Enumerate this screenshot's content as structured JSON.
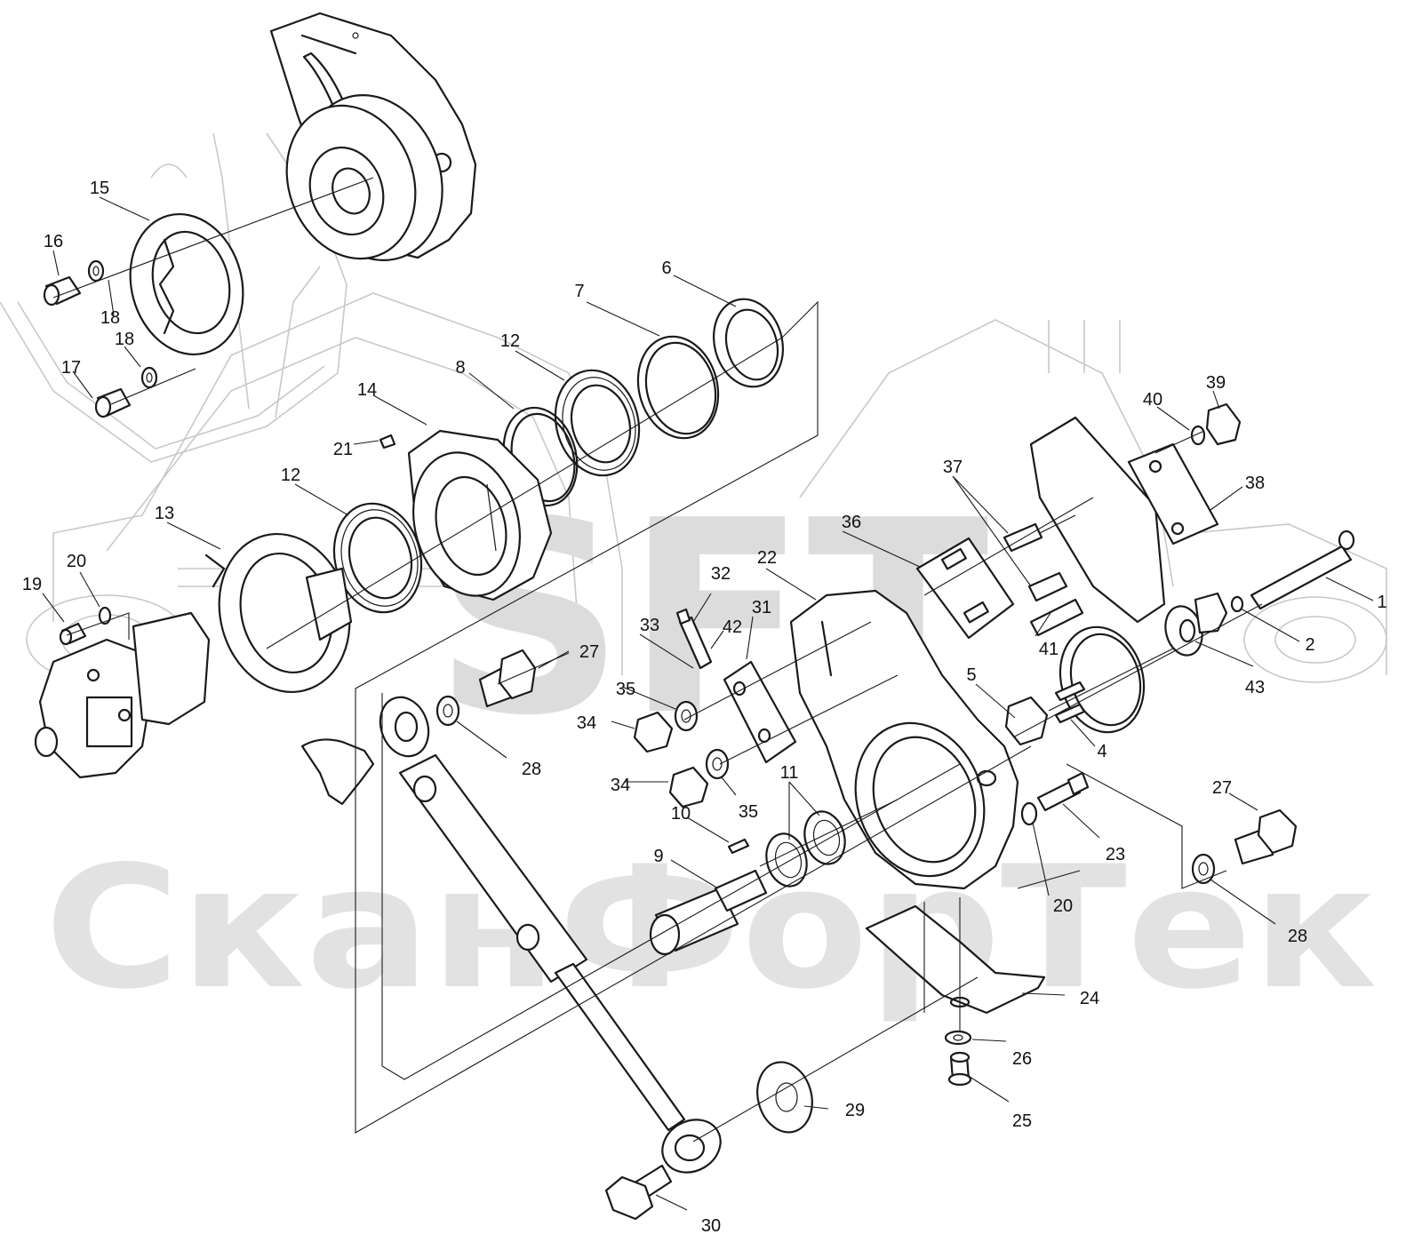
{
  "watermark": {
    "logo_text": "SFT",
    "brand_text": "СканФорТек"
  },
  "callouts": [
    {
      "id": "c1",
      "text": "1"
    },
    {
      "id": "c2",
      "text": "2"
    },
    {
      "id": "c4",
      "text": "4"
    },
    {
      "id": "c5",
      "text": "5"
    },
    {
      "id": "c6",
      "text": "6"
    },
    {
      "id": "c7",
      "text": "7"
    },
    {
      "id": "c8",
      "text": "8"
    },
    {
      "id": "c9",
      "text": "9"
    },
    {
      "id": "c10",
      "text": "10"
    },
    {
      "id": "c11",
      "text": "11"
    },
    {
      "id": "c12a",
      "text": "12"
    },
    {
      "id": "c12b",
      "text": "12"
    },
    {
      "id": "c13",
      "text": "13"
    },
    {
      "id": "c14",
      "text": "14"
    },
    {
      "id": "c15",
      "text": "15"
    },
    {
      "id": "c16",
      "text": "16"
    },
    {
      "id": "c17",
      "text": "17"
    },
    {
      "id": "c18a",
      "text": "18"
    },
    {
      "id": "c18b",
      "text": "18"
    },
    {
      "id": "c19",
      "text": "19"
    },
    {
      "id": "c20a",
      "text": "20"
    },
    {
      "id": "c20b",
      "text": "20"
    },
    {
      "id": "c21",
      "text": "21"
    },
    {
      "id": "c22",
      "text": "22"
    },
    {
      "id": "c23",
      "text": "23"
    },
    {
      "id": "c24",
      "text": "24"
    },
    {
      "id": "c25",
      "text": "25"
    },
    {
      "id": "c26",
      "text": "26"
    },
    {
      "id": "c27a",
      "text": "27"
    },
    {
      "id": "c27b",
      "text": "27"
    },
    {
      "id": "c28a",
      "text": "28"
    },
    {
      "id": "c28b",
      "text": "28"
    },
    {
      "id": "c29",
      "text": "29"
    },
    {
      "id": "c30",
      "text": "30"
    },
    {
      "id": "c31",
      "text": "31"
    },
    {
      "id": "c32",
      "text": "32"
    },
    {
      "id": "c33",
      "text": "33"
    },
    {
      "id": "c34a",
      "text": "34"
    },
    {
      "id": "c34b",
      "text": "34"
    },
    {
      "id": "c35a",
      "text": "35"
    },
    {
      "id": "c35b",
      "text": "35"
    },
    {
      "id": "c36",
      "text": "36"
    },
    {
      "id": "c37",
      "text": "37"
    },
    {
      "id": "c38",
      "text": "38"
    },
    {
      "id": "c39",
      "text": "39"
    },
    {
      "id": "c40",
      "text": "40"
    },
    {
      "id": "c41",
      "text": "41"
    },
    {
      "id": "c42",
      "text": "42"
    },
    {
      "id": "c43",
      "text": "43"
    }
  ]
}
